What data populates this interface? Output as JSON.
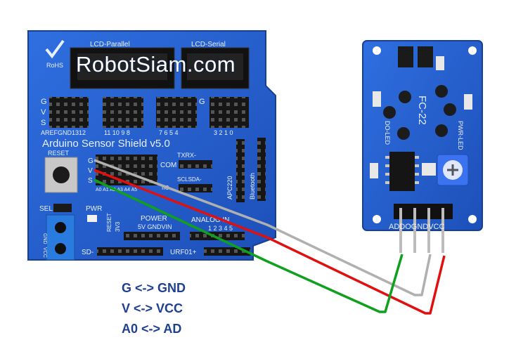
{
  "watermark": "RobotSiam.com",
  "shield": {
    "name_label": "Arduino Sensor Shield v5.0",
    "lcd_parallel": "LCD-Parallel",
    "lcd_serial": "LCD-Serial",
    "rohs": "RoHS",
    "gvs": [
      "G",
      "V",
      "S"
    ],
    "left_pin_numbers": "AREFGND1312",
    "mid_pin_numbers": "11 10 9 8",
    "right_pin_numbers": "7 6 5 4",
    "far_pin_numbers": "3 2 1 0",
    "reset": "RESET",
    "com": "COM",
    "txrx": "TXRX-",
    "sclsda": "SCLSDA-",
    "iic": "IIC",
    "apc220": "APC220",
    "bluetooth": "Bluetooth",
    "analog_pins": "A0 A1 A2 A3 A4 A5",
    "sel": "SEL",
    "pwr": "PWR",
    "gnd": "GND",
    "vcc": "VCC",
    "power": "POWER",
    "power_pins": "5V GNDVIN",
    "reset2": "RESET",
    "v33": "3V3",
    "analog_in": "ANALOG IN",
    "analog_nums": "1 2 3 4 5",
    "sd": "SD-",
    "urf01": "URF01+"
  },
  "sensor": {
    "model": "FC-22",
    "do_led": "DO-LED",
    "pwr_led": "PWR-LED",
    "pin_labels": "ADDOGNDVCC"
  },
  "mapping": [
    "G <-> GND",
    "V <-> VCC",
    "A0 <-> AD"
  ],
  "wires": [
    {
      "color": "#b0b0b0",
      "meaning": "G to GND"
    },
    {
      "color": "#e01010",
      "meaning": "V to VCC"
    },
    {
      "color": "#10a020",
      "meaning": "S to AD"
    }
  ]
}
